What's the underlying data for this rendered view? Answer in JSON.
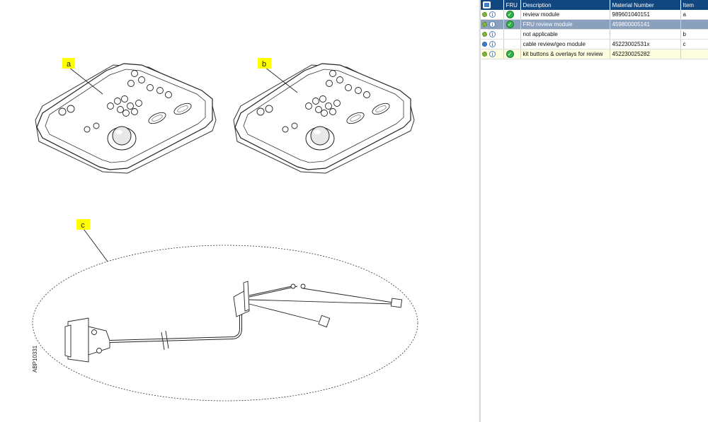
{
  "drawing": {
    "callouts": [
      {
        "id": "a",
        "label": "a"
      },
      {
        "id": "b",
        "label": "b"
      },
      {
        "id": "c",
        "label": "c"
      }
    ],
    "figure_code": "ABP10331",
    "callout_color": "#ffff00"
  },
  "parts_table": {
    "columns": {
      "icon": "",
      "fru": "FRU",
      "description": "Description",
      "material_number": "Material Number",
      "item": "Item"
    },
    "rows": [
      {
        "icons": [
          "gear-icon",
          "info-icon"
        ],
        "fru": "check",
        "description": "review module",
        "material_number": "989601040151",
        "item": "a",
        "state": "normal"
      },
      {
        "icons": [
          "gear-icon",
          "info-icon"
        ],
        "fru": "check",
        "description": "FRU review module",
        "material_number": "459800005141",
        "item": "",
        "state": "selected"
      },
      {
        "icons": [
          "gear-icon",
          "info-icon"
        ],
        "fru": "",
        "description": "not applicable",
        "material_number": "",
        "item": "b",
        "state": "normal"
      },
      {
        "icons": [
          "cable-icon",
          "info-icon"
        ],
        "fru": "",
        "description": "cable review/geo module",
        "material_number": "45223002531x",
        "item": "c",
        "state": "normal"
      },
      {
        "icons": [
          "gear-icon",
          "info-icon"
        ],
        "fru": "check",
        "description": "kit buttons & overlays for review",
        "material_number": "452230025282",
        "item": "",
        "state": "highlighted"
      }
    ],
    "header_color": "#12467e",
    "selected_color": "#8aa0bc",
    "highlight_color": "#fdfde0"
  }
}
